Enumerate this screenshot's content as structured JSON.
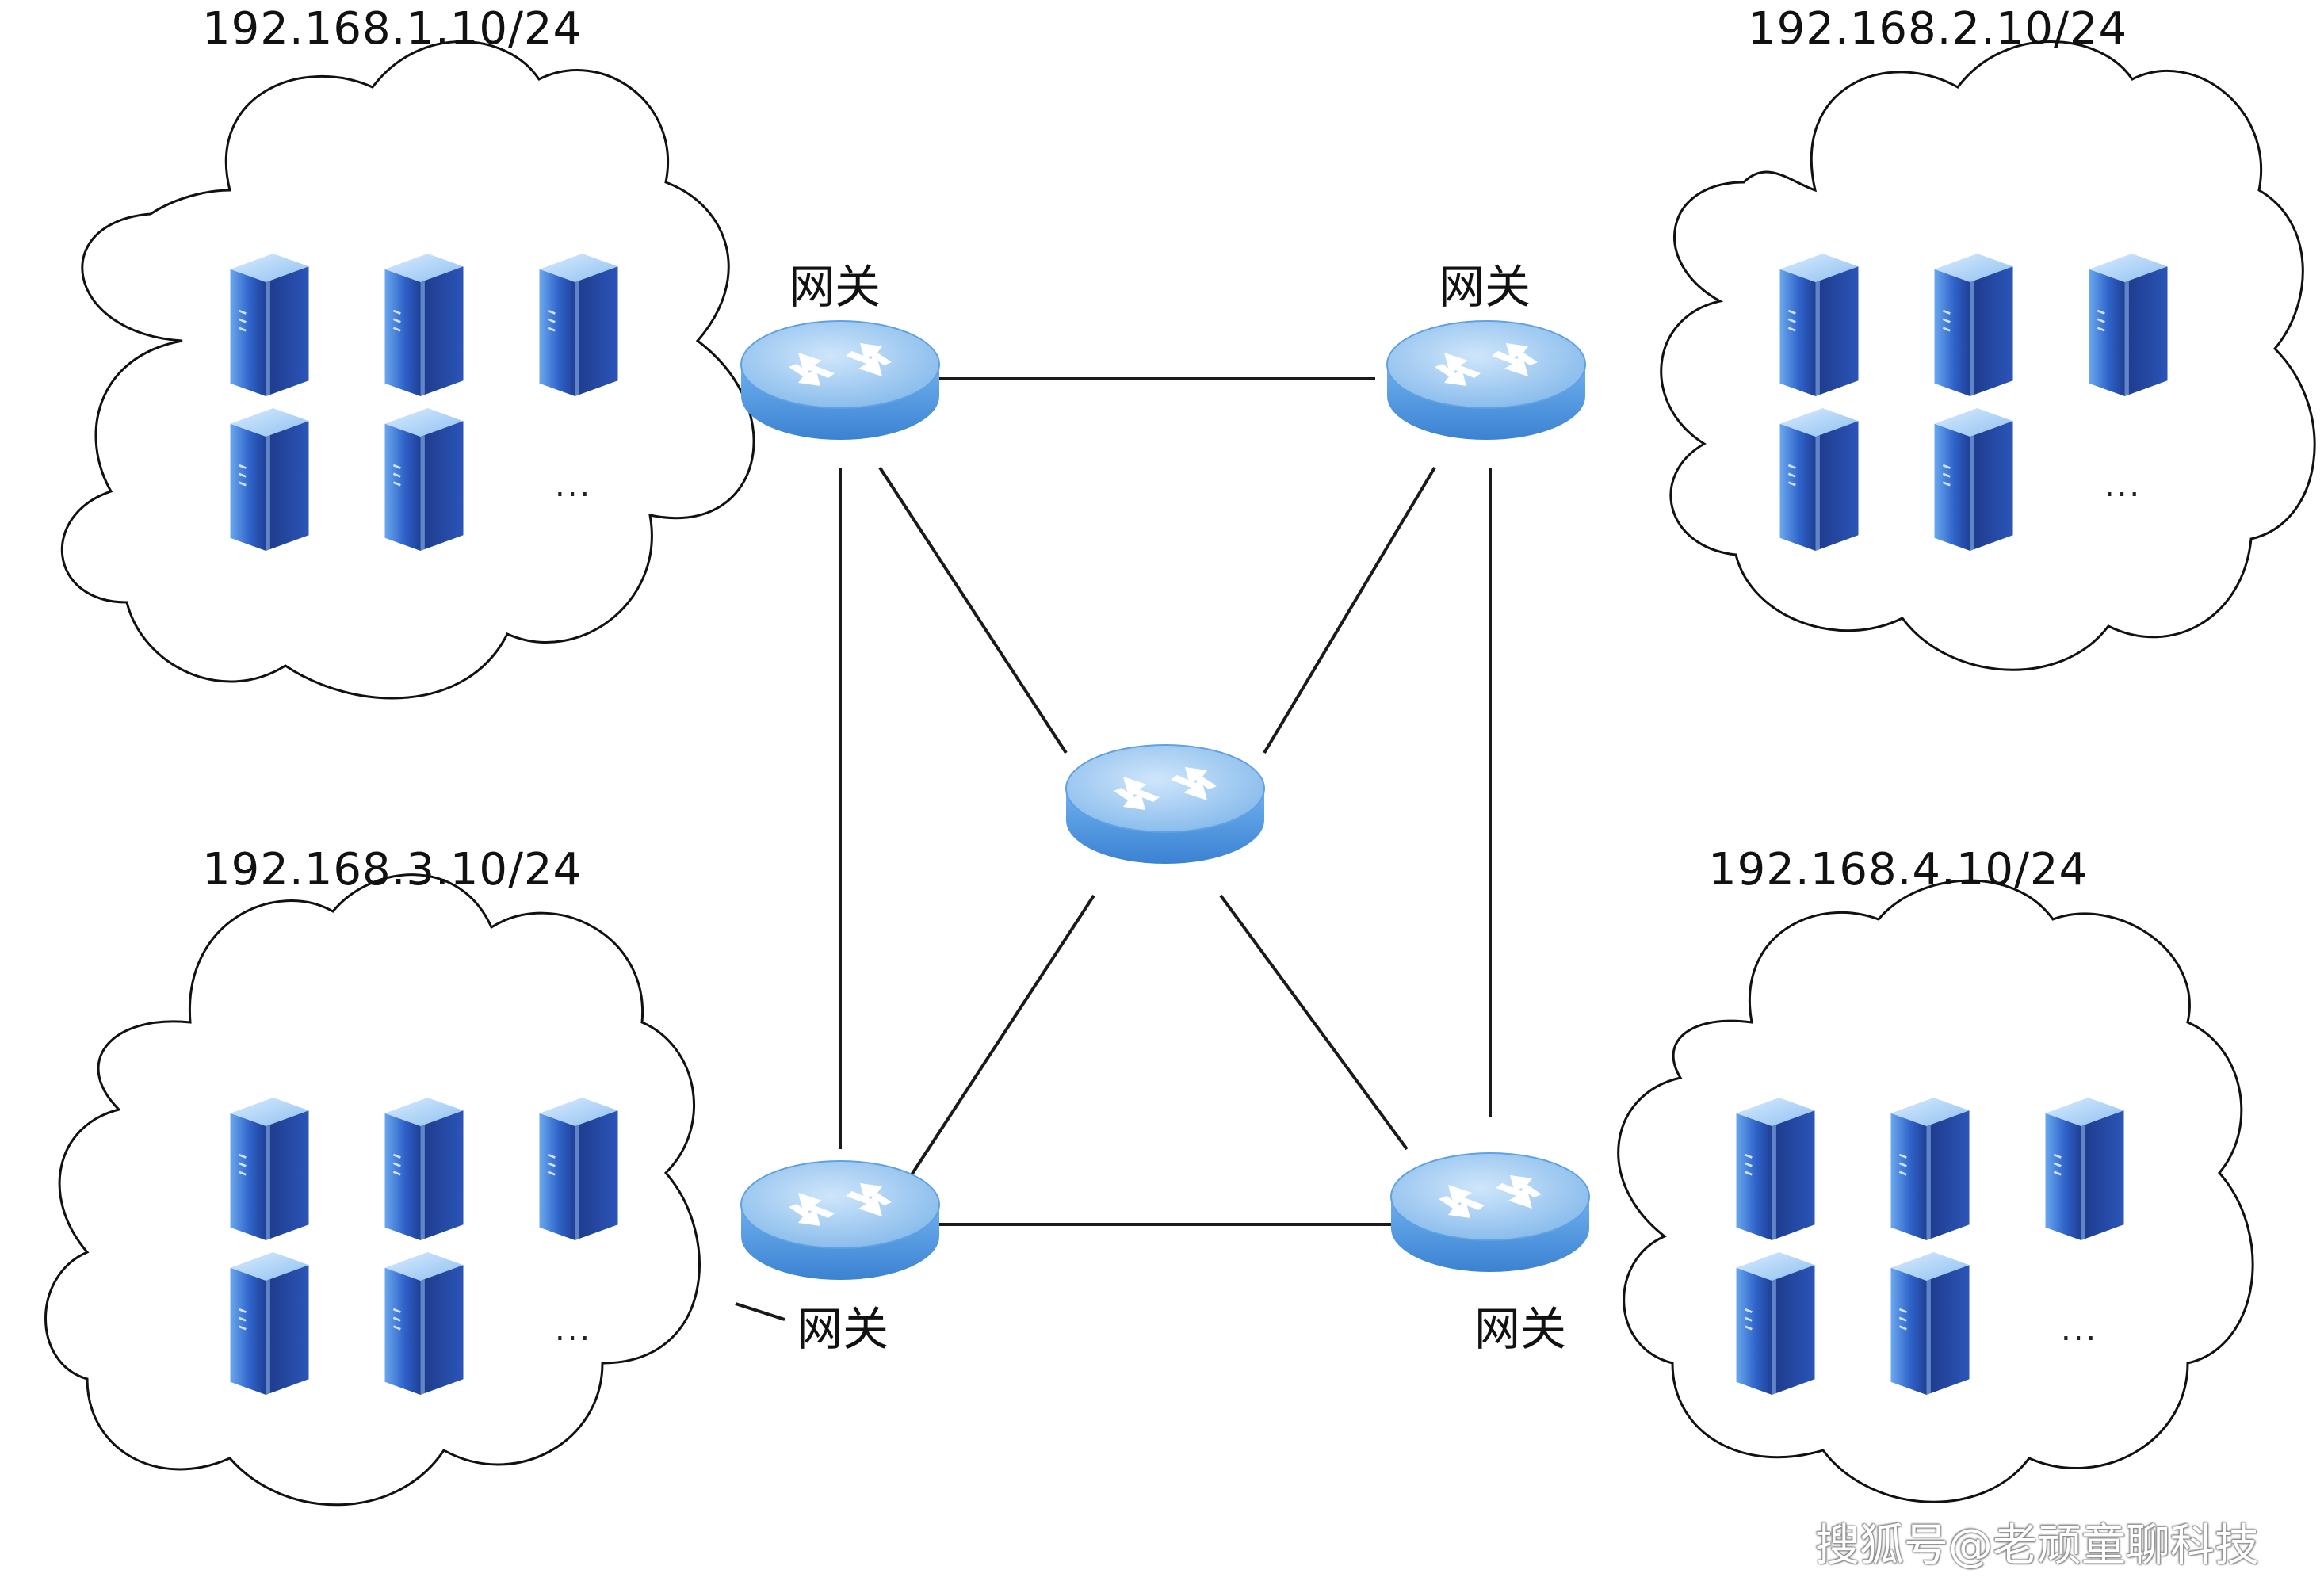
{
  "networks": [
    {
      "id": "net1",
      "label": "192.168.1.10/24",
      "more": "..."
    },
    {
      "id": "net2",
      "label": "192.168.2.10/24",
      "more": "..."
    },
    {
      "id": "net3",
      "label": "192.168.3.10/24",
      "more": "..."
    },
    {
      "id": "net4",
      "label": "192.168.4.10/24",
      "more": "..."
    }
  ],
  "gateways": [
    {
      "id": "gw1",
      "label": "网关"
    },
    {
      "id": "gw2",
      "label": "网关"
    },
    {
      "id": "gw3",
      "label": "网关"
    },
    {
      "id": "gw4",
      "label": "网关"
    }
  ],
  "servers_per_network": 5,
  "watermark": "搜狐号@老顽童聊科技",
  "colors": {
    "line": "#1a1a1a",
    "server_front": "#2f63c9",
    "router_top": "#8fc2ef",
    "router_side": "#4d92d9"
  },
  "icons": {
    "server": "server-icon",
    "router": "router-icon",
    "cloud": "cloud-shape"
  }
}
